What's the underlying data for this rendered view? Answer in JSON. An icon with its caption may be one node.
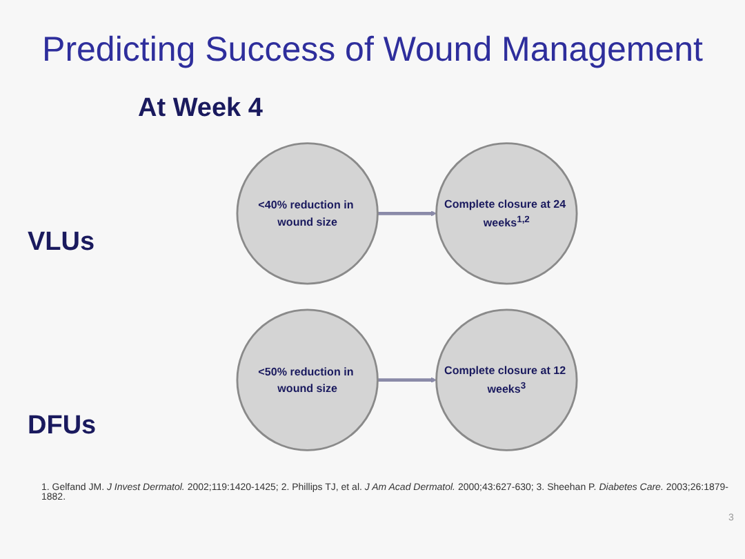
{
  "diagram": {
    "title": "Predicting Success of Wound Management",
    "nodes": [
      {
        "text": [
          "<40% reduction in wound size"
        ]
      },
      {
        "text": [
          "Complete closure at 24 weeks$^{1,2}$"
        ]
      },
      {
        "text": [
          "<50% reduction in wound size"
        ]
      },
      {
        "text": [
          "Complete closure at 12 weeks$^{3}$"
        ]
      }
    ],
    "edges": [
      {
        "from": 0,
        "to": 1,
        "arrow": "to"
      },
      {
        "from": 2,
        "to": 3,
        "arrow": "to"
      }
    ],
    "labels": [
      "At Week 4",
      "VLUs",
      "DFUs",
      "1. Gelfand JM. *J Invest Dermatol.* 2002;119:1420-1425; 2. Phillips TJ, et al. *J Am Acad Dermatol.* 2000;43:627-630; 3. Sheehan P. *Diabetes Care.* 2003;26:1879-1882.",
      "3"
    ]
  }
}
